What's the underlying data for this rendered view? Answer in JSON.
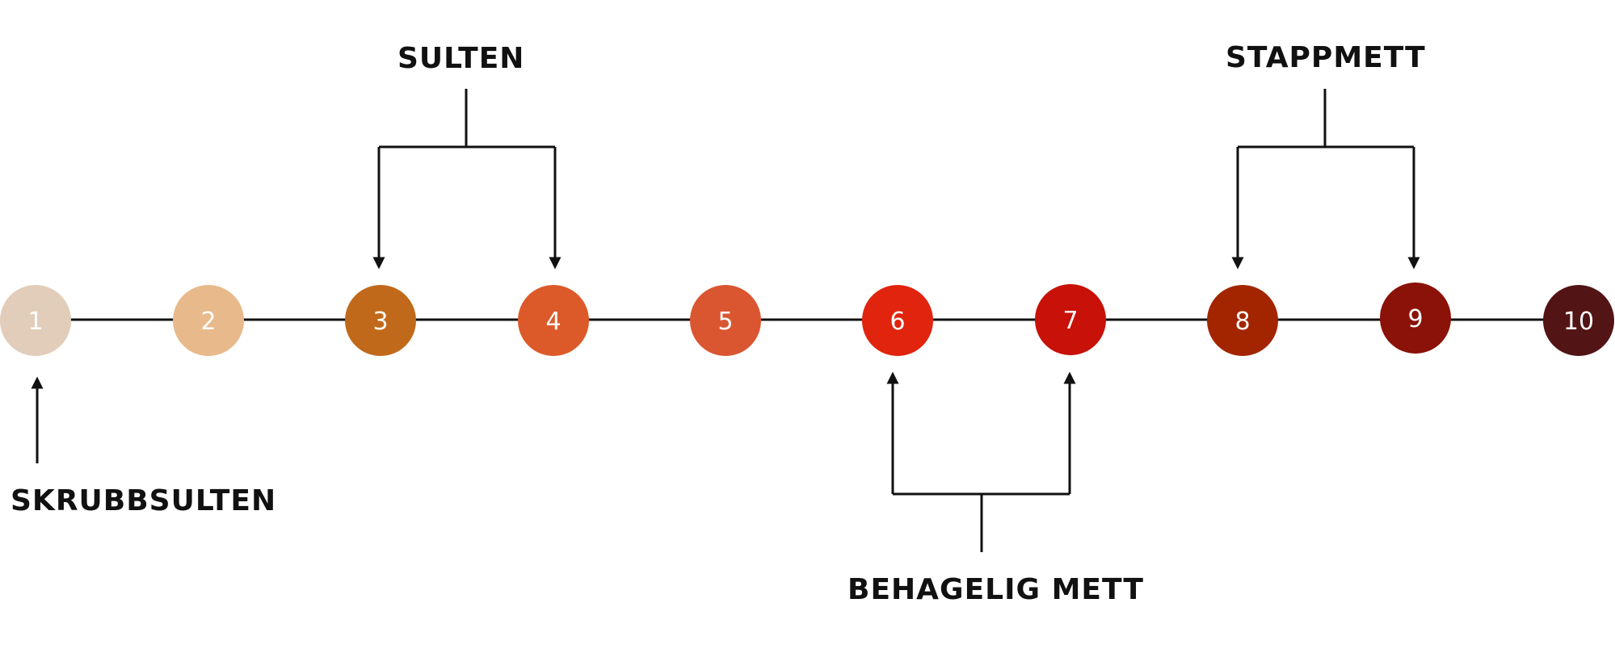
{
  "scale": {
    "steps": [
      {
        "label": "1",
        "color": "#e1cdb9"
      },
      {
        "label": "2",
        "color": "#e8b98b"
      },
      {
        "label": "3",
        "color": "#c1691a"
      },
      {
        "label": "4",
        "color": "#dc5a2a"
      },
      {
        "label": "5",
        "color": "#d95631"
      },
      {
        "label": "6",
        "color": "#e0240e"
      },
      {
        "label": "7",
        "color": "#c81108"
      },
      {
        "label": "8",
        "color": "#a32500"
      },
      {
        "label": "9",
        "color": "#8a1208"
      },
      {
        "label": "10",
        "color": "#531416"
      }
    ]
  },
  "annotations": {
    "skrubbsulten": "SKRUBBSULTEN",
    "sulten": "SULTEN",
    "behagelig_mett": "BEHAGELIG METT",
    "stappmett": "STAPPMETT"
  },
  "colors": {
    "line": "#111111"
  }
}
